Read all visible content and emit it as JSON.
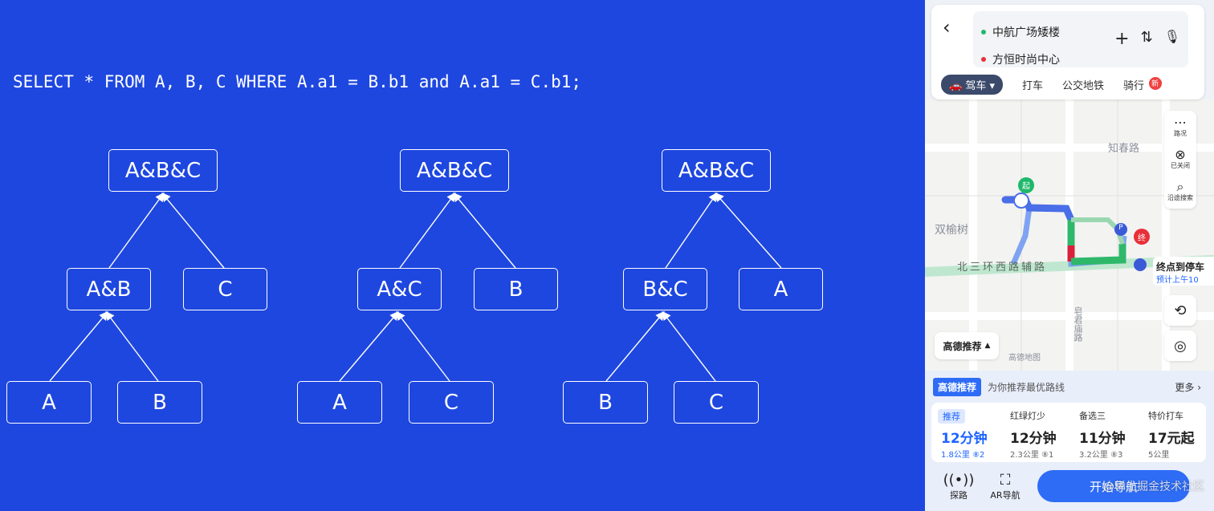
{
  "slide": {
    "sql": "SELECT * FROM A, B, C WHERE A.a1 = B.b1 and A.a1 = C.b1;",
    "trees": [
      {
        "top": "A&B&C",
        "mid_left": "A&B",
        "mid_right": "C",
        "bot_left": "A",
        "bot_right": "B"
      },
      {
        "top": "A&B&C",
        "mid_left": "A&C",
        "mid_right": "B",
        "bot_left": "A",
        "bot_right": "C"
      },
      {
        "top": "A&B&C",
        "mid_left": "B&C",
        "mid_right": "A",
        "bot_left": "B",
        "bot_right": "C"
      }
    ]
  },
  "phone": {
    "origin": "中航广场矮楼",
    "destination": "方恒时尚中心",
    "origin_color": "#1fb86b",
    "destination_color": "#e8303a",
    "modes": {
      "active": "驾车",
      "taxi": "打车",
      "transit": "公交地铁",
      "bike": "骑行",
      "new_badge": "新"
    },
    "map": {
      "labels": {
        "road1": "知春路",
        "district": "双榆树",
        "road2": "北三环西路辅路",
        "road3": "皂君庙路",
        "provider": "高德地图"
      },
      "markers": {
        "start": "起",
        "end": "终",
        "parking": "P"
      },
      "tools": {
        "traffic": "路况",
        "limit": "已关闭",
        "search": "沿途搜索"
      },
      "dest_name": "终点到停车",
      "dest_eta": "预计上午10",
      "preference": "高德推荐"
    },
    "panel": {
      "rec_tag": "高德推荐",
      "rec_text": "为你推荐最优路线",
      "more": "更多",
      "routes": [
        {
          "label": "推荐",
          "time": "12分钟",
          "meta": "1.8公里 ⑧2"
        },
        {
          "label": "红绿灯少",
          "time": "12分钟",
          "meta": "2.3公里 ⑧1"
        },
        {
          "label": "备选三",
          "time": "11分钟",
          "meta": "3.2公里 ⑧3"
        },
        {
          "label": "特价打车",
          "time": "17元起",
          "meta": "5公里"
        }
      ],
      "explore": "探路",
      "ar": "AR导航",
      "go": "开始导航",
      "watermark": "@稀土掘金技术社区"
    },
    "colors": {
      "accent": "#2e6cf6",
      "route_green": "#2fb86a",
      "route_blue": "#5b7cf0"
    }
  }
}
